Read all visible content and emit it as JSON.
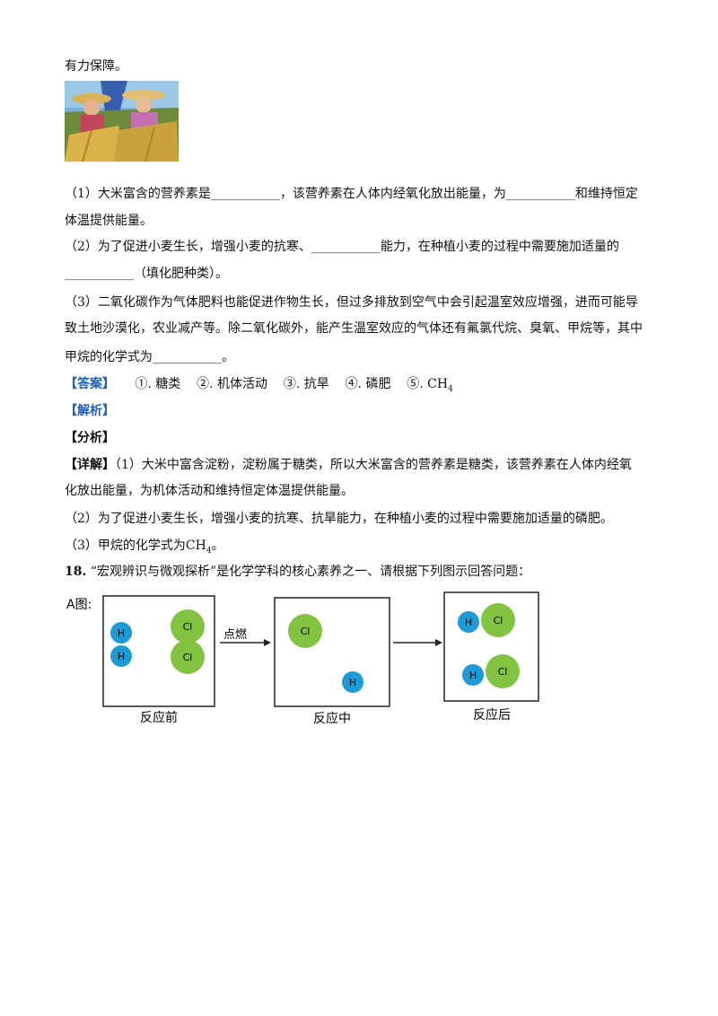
{
  "intro_line": "有力保障。",
  "q1_line1": "（1）大米富含的营养素是___________，该营养素在人体内经氧化放出能量，为___________和维持恒定",
  "q1_line2": "体温提供能量。",
  "q2_line1": "（2）为了促进小麦生长，增强小麦的抗寒、___________能力，在种植小麦的过程中需要施加适量的",
  "q2_line2": "___________（填化肥种类）。",
  "q3_line1": "（3）二氧化碳作为气体肥料也能促进作物生长，但过多排放到空气中会引起温室效应增强，进而可能导",
  "q3_line2": "致土地沙漠化，农业减产等。除二氧化碳外，能产生温室效应的气体还有氟氯代烷、臭氧、甲烷等，其中",
  "q3_line3": "甲烷的化学式为___________。",
  "answer_label": "【答案】",
  "answer_text": "①. 糖类    ②. 机体活动    ③. 抗旱    ④. 磷肥    ⑤. CH",
  "answer_sub": "4",
  "analysis_label": "【解析】",
  "fenxi_label": "【分析】",
  "detail_label": "【详解】",
  "detail_line1": "（1）大米中富含淀粉，淀粉属于糖类，所以大米富含的营养素是糖类，该营养素在人体内经氧",
  "detail_line2": "化放出能量，为机体活动和维持恒定体温提供能量。",
  "detail_line3": "（2）为了促进小麦生长，增强小麦的抗寒、抗旱能力，在种植小麦的过程中需要施加适量的磷肥。",
  "detail_line4_prefix": "（3）甲烷的化学式为CH",
  "detail_line4_sub": "4",
  "detail_line4_suffix": "。",
  "q18_number": "18.",
  "q18_text": "“宏观辨识与微观探析”是化学学科的核心素养之一、请根据下列图示回答问题：",
  "diagram": {
    "figure_label": "A图:",
    "arrow_label": "点燃",
    "caption_before": "反应前",
    "caption_during": "反应中",
    "caption_after": "反应后",
    "atom_h": "H",
    "atom_cl": "Cl",
    "h_color": "#1e9ad6",
    "cl_color": "#82c341"
  }
}
